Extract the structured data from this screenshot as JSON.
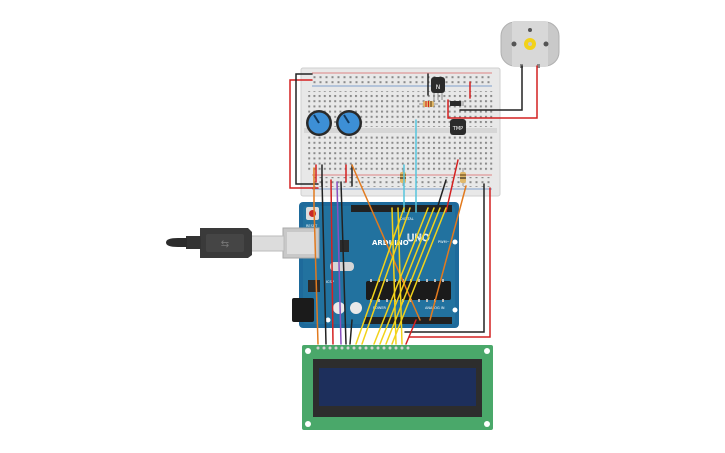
{
  "canvas": {
    "background": "#ffffff"
  },
  "colors": {
    "board_blue": "#1e6a9b",
    "board_dark": "#14557e",
    "breadboard": "#e6e6e6",
    "lcd_green": "#4aa86a",
    "lcd_screen": "#1d2f5c",
    "wire_red": "#d42020",
    "wire_black": "#222222",
    "wire_orange": "#e27a1e",
    "wire_yellow": "#f2d21a",
    "wire_cyan": "#56c6dd",
    "wire_purple": "#8a4fbf",
    "pot_blue": "#3d8fd6",
    "motor_gray": "#c9c9c9"
  },
  "arduino": {
    "brand": "ARDUINO",
    "model": "UNO",
    "digital_label": "DIGITAL",
    "pwm_label": "PWM~",
    "analog_label": "ANALOG IN",
    "power_label": "POWER",
    "reset_label": "RESET",
    "icsp_label": "ICSP"
  },
  "components": {
    "transistor_label": "N",
    "sensor_label": "TMP",
    "usb_icon": "usb-icon",
    "motor_icon": "dc-motor-icon"
  }
}
